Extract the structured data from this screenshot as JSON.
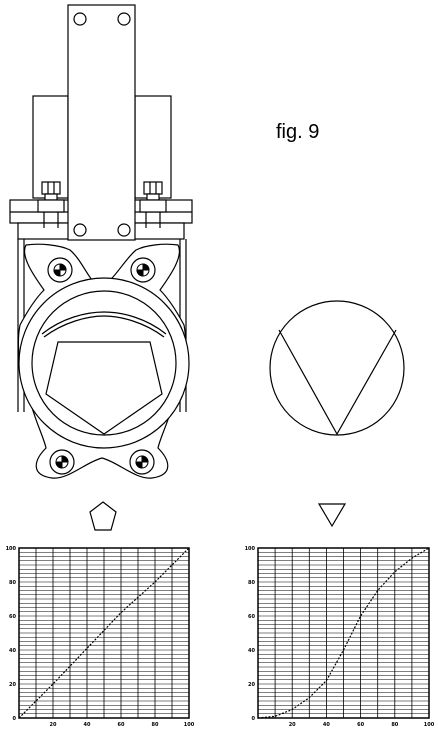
{
  "figure": {
    "caption": "fig. 9"
  },
  "chart_data": [
    {
      "type": "line",
      "x": [
        0,
        20,
        40,
        60,
        80,
        100
      ],
      "y": [
        0,
        20,
        41,
        62,
        80,
        100
      ],
      "xticks": [
        "20",
        "40",
        "60",
        "80",
        "100"
      ],
      "yticks": [
        "0",
        "20",
        "40",
        "60",
        "80",
        "100"
      ],
      "xlim": [
        0,
        100
      ],
      "ylim": [
        0,
        100
      ],
      "grid": true
    },
    {
      "type": "line",
      "x": [
        0,
        10,
        20,
        30,
        40,
        50,
        60,
        70,
        80,
        90,
        100
      ],
      "y": [
        0,
        1,
        5,
        12,
        22,
        40,
        60,
        75,
        86,
        94,
        100
      ],
      "xticks": [
        "20",
        "40",
        "60",
        "80",
        "100"
      ],
      "yticks": [
        "0",
        "20",
        "40",
        "60",
        "80",
        "100"
      ],
      "xlim": [
        0,
        100
      ],
      "ylim": [
        0,
        100
      ],
      "grid": true
    }
  ]
}
